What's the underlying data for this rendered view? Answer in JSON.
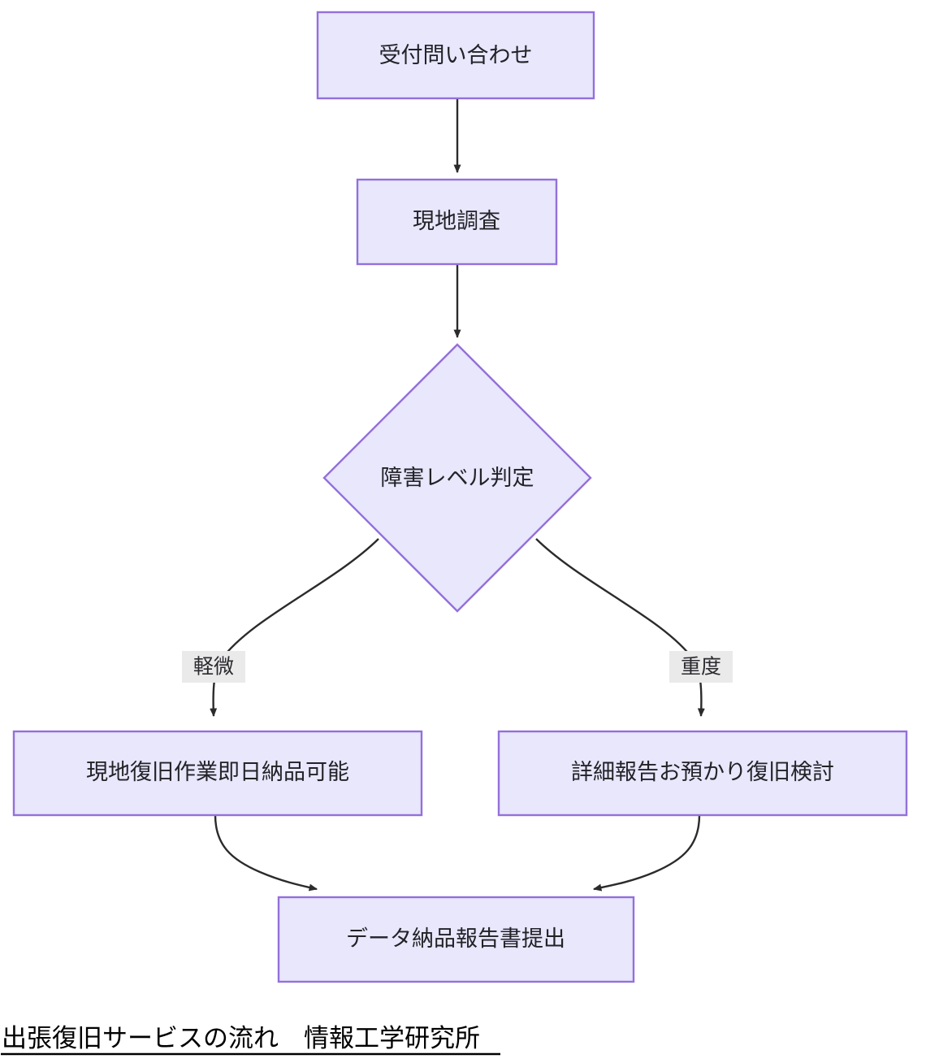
{
  "diagram": {
    "type": "flowchart",
    "direction": "top-down",
    "title": "出張復旧サービスの流れ　情報工学研究所",
    "colors": {
      "node_fill": "#e8e7fb",
      "node_border": "#9370db",
      "edge_stroke": "#2b2b2b",
      "edge_label_bg": "#eaeaea",
      "node_text": "#222228",
      "caption_text": "#000000",
      "background": "#ffffff"
    },
    "nodes": [
      {
        "id": "n1",
        "label": "受付問い合わせ",
        "shape": "rect"
      },
      {
        "id": "n2",
        "label": "現地調査",
        "shape": "rect"
      },
      {
        "id": "n3",
        "label": "障害レベル判定",
        "shape": "diamond"
      },
      {
        "id": "n4",
        "label": "現地復旧作業即日納品可能",
        "shape": "rect"
      },
      {
        "id": "n5",
        "label": "詳細報告お預かり復旧検討",
        "shape": "rect"
      },
      {
        "id": "n6",
        "label": "データ納品報告書提出",
        "shape": "rect"
      }
    ],
    "edges": [
      {
        "from": "n1",
        "to": "n2",
        "label": ""
      },
      {
        "from": "n2",
        "to": "n3",
        "label": ""
      },
      {
        "from": "n3",
        "to": "n4",
        "label": "軽微"
      },
      {
        "from": "n3",
        "to": "n5",
        "label": "重度"
      },
      {
        "from": "n4",
        "to": "n6",
        "label": ""
      },
      {
        "from": "n5",
        "to": "n6",
        "label": ""
      }
    ],
    "edge_labels": {
      "light": "軽微",
      "severe": "重度"
    }
  },
  "caption": {
    "text": "出張復旧サービスの流れ　情報工学研究所"
  }
}
